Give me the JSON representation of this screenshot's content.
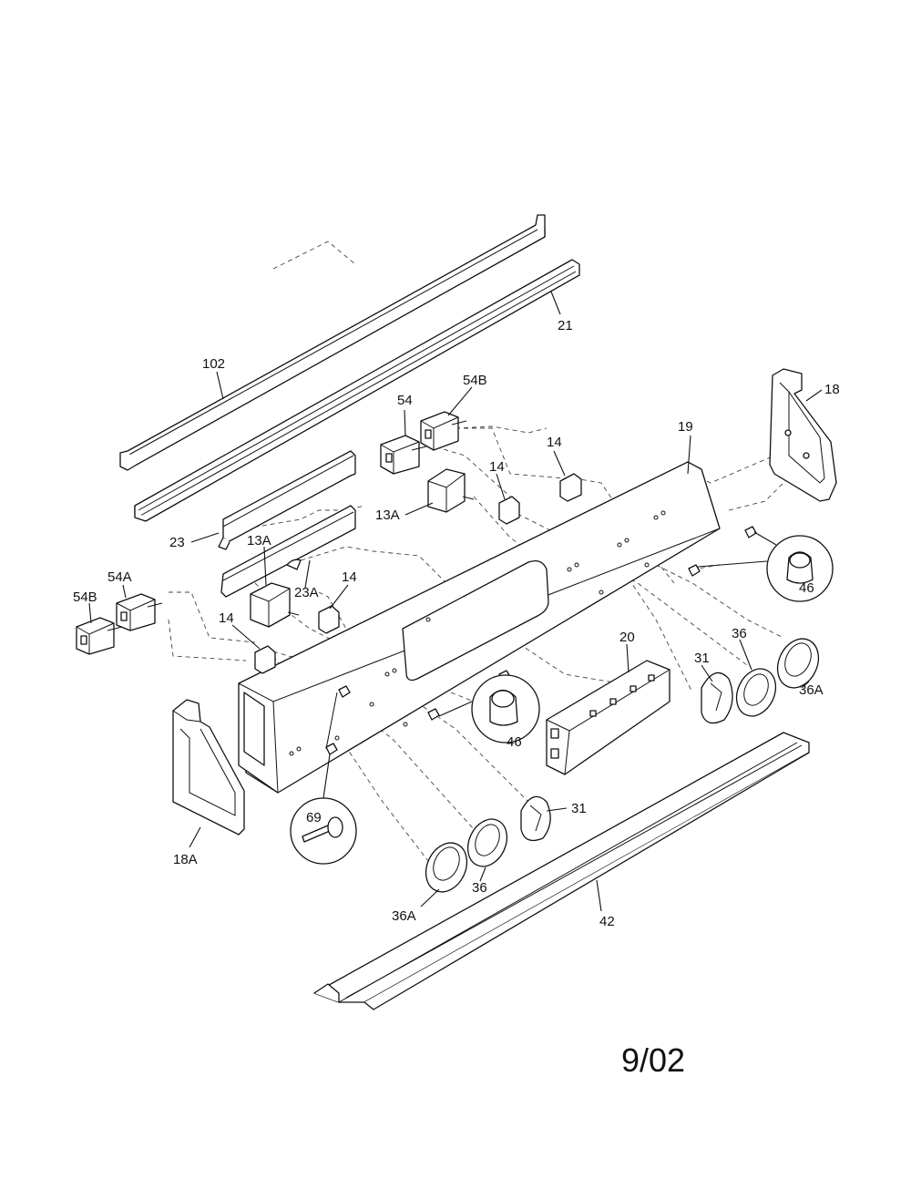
{
  "labels": {
    "p102": "102",
    "p21": "21",
    "p18": "18",
    "p19": "19",
    "p54": "54",
    "p54b_top": "54B",
    "p14_top1": "14",
    "p14_top2": "14",
    "p13a_top": "13A",
    "p23": "23",
    "p13a_mid": "13A",
    "p23a": "23A",
    "p14_mid": "14",
    "p54a": "54A",
    "p54b_left": "54B",
    "p14_left": "14",
    "p46_right": "46",
    "p20": "20",
    "p36_right": "36",
    "p31_right": "31",
    "p36a_right": "36A",
    "p46_center": "46",
    "p69": "69",
    "p18a": "18A",
    "p31_center": "31",
    "p36_center": "36",
    "p36a_center": "36A",
    "p42": "42"
  },
  "date_stamp": "9/02"
}
